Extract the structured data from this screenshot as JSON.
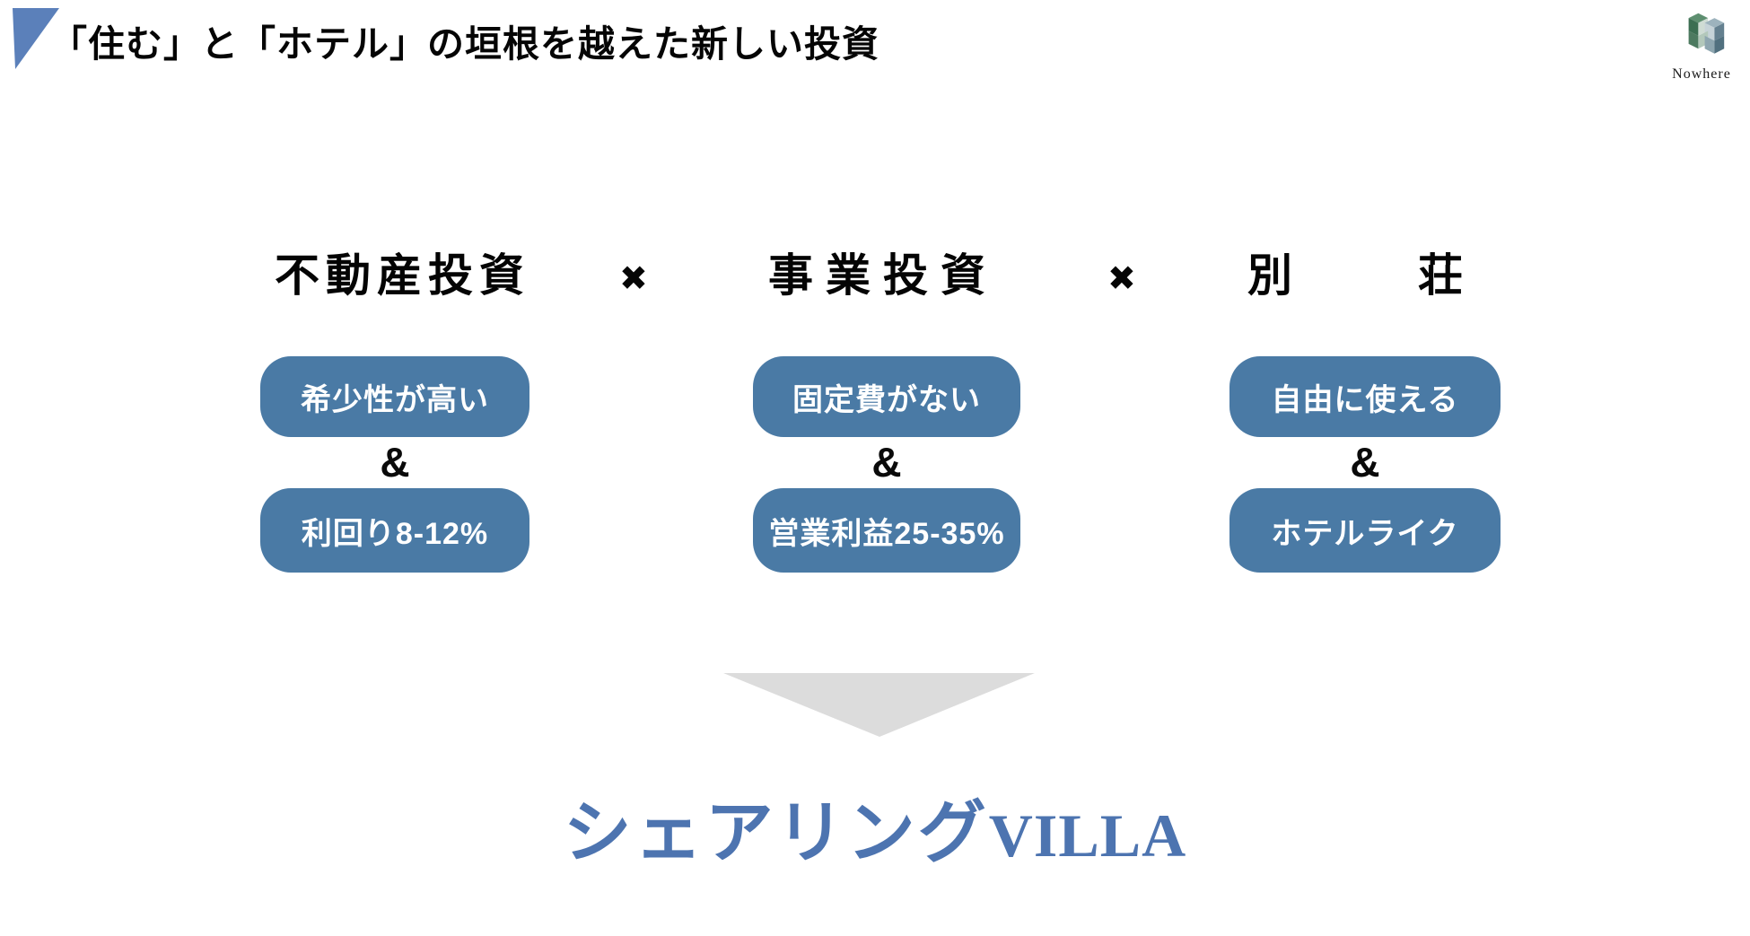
{
  "header": {
    "title": "「住む」と「ホテル」の垣根を越えた新しい投資",
    "logo": {
      "text": "Nowhere",
      "icon": "isometric-cubes-logo"
    }
  },
  "formula": {
    "operator": "✖",
    "columns": [
      {
        "title": "不動産投資",
        "badge_top": "希少性が高い",
        "connector": "&",
        "badge_bottom": "利回り8-12%"
      },
      {
        "title": "事業投資",
        "badge_top": "固定費がない",
        "connector": "&",
        "badge_bottom": "営業利益25-35%"
      },
      {
        "title": "別荘",
        "badge_top": "自由に使える",
        "connector": "&",
        "badge_bottom": "ホテルライク"
      }
    ]
  },
  "result": {
    "arrow_icon": "down-triangle-arrow",
    "brand_jp": "シェアリング",
    "brand_en": "VILLA"
  },
  "colors": {
    "badge_blue": "#4a7aa5",
    "corner_blue": "#5b80ba",
    "brand_blue": "#4d74b0",
    "arrow_gray": "#dcdcdc",
    "logo_green_dark": "#3c6e52",
    "logo_green_mid": "#5e8f70",
    "logo_bluegray_dark": "#51707f",
    "logo_bluegray_mid": "#9db3bd"
  }
}
